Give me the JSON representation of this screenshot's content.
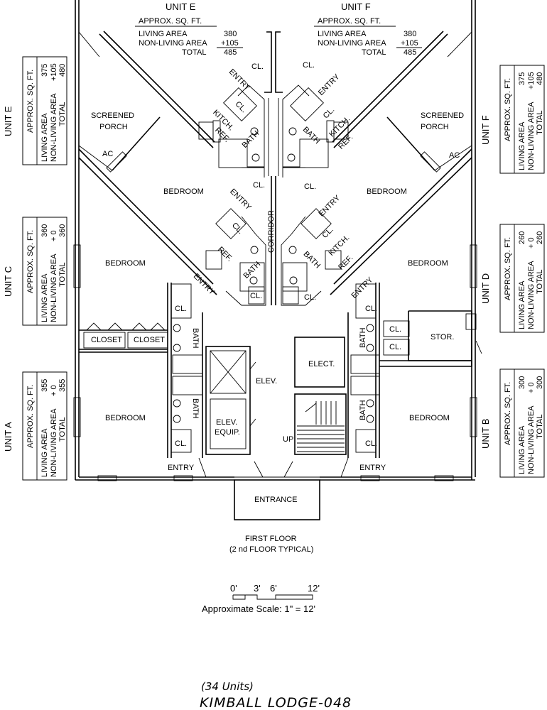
{
  "units": {
    "E": {
      "label": "UNIT E",
      "living": "375",
      "non_living": "+105",
      "total": "480"
    },
    "C": {
      "label": "UNIT C",
      "living": "360",
      "non_living": "+ 0",
      "total": "360"
    },
    "A": {
      "label": "UNIT A",
      "living": "355",
      "non_living": "+ 0",
      "total": "355"
    },
    "F": {
      "label": "UNIT F",
      "living": "375",
      "non_living": "+105",
      "total": "480"
    },
    "D": {
      "label": "UNIT D",
      "living": "260",
      "non_living": "+ 0",
      "total": "260"
    },
    "B": {
      "label": "UNIT B",
      "living": "300",
      "non_living": "+ 0",
      "total": "300"
    }
  },
  "top_units": {
    "E": {
      "label": "UNIT E",
      "living": "380",
      "non_living": "+105",
      "total": "485"
    },
    "F": {
      "label": "UNIT F",
      "living": "380",
      "non_living": "+105",
      "total": "485"
    }
  },
  "labels": {
    "approx": "APPROX. SQ. FT.",
    "living": "LIVING AREA",
    "non_living": "NON-LIVING AREA",
    "total": "TOTAL"
  },
  "rooms": {
    "cl": "CL.",
    "entry": "ENTRY",
    "kitch": "KITCH.",
    "ref": "REF.",
    "bath": "BATH",
    "screened": "SCREENED",
    "porch": "PORCH",
    "ac": "AC",
    "bedroom": "BEDROOM",
    "corridor": "CORRIDOR",
    "closet": "CLOSET",
    "elev": "ELEV.",
    "elev_equip_1": "ELEV.",
    "elev_equip_2": "EQUIP.",
    "elect": "ELECT.",
    "stor": "STOR.",
    "up": "UP",
    "entrance": "ENTRANCE"
  },
  "caption": {
    "line1": "FIRST FLOOR",
    "line2": "(2 nd FLOOR TYPICAL)"
  },
  "scale": {
    "t0": "0'",
    "t1": "3'",
    "t2": "6'",
    "t3": "12'",
    "text": "Approximate  Scale:  1\"  =  12'"
  },
  "footer": {
    "units": "(34 Units)",
    "title": "KIMBALL LODGE-048"
  }
}
